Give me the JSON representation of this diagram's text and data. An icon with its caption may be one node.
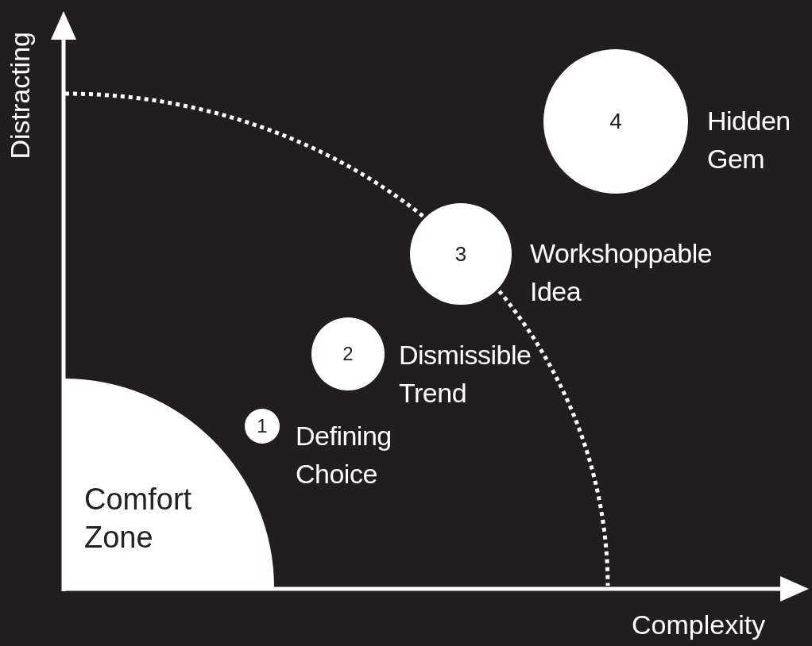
{
  "diagram": {
    "nodes": [
      {
        "text": [
          "Comfort Zone"
        ]
      },
      {
        "text": [
          "1"
        ],
        "beside": [
          "Defining Choice"
        ]
      },
      {
        "text": [
          "2"
        ],
        "beside": [
          "Dismissible Trend"
        ]
      },
      {
        "text": [
          "3"
        ],
        "beside": [
          "Workshoppable Idea"
        ]
      },
      {
        "text": [
          "4"
        ],
        "beside": [
          "Hidden Gem"
        ]
      }
    ],
    "labels": [
      "Distracting",
      "Complexity"
    ]
  }
}
